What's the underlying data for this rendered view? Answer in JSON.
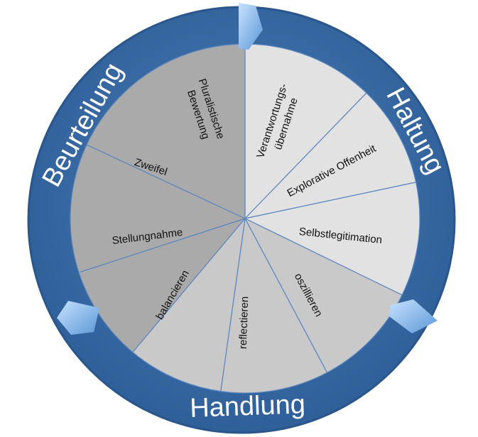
{
  "diagram": {
    "ring_labels": {
      "beurteilung": "Beurteilung",
      "haltung": "Haltung",
      "handlung": "Handlung"
    },
    "segments": [
      {
        "id": "verantwortung",
        "lines": [
          "Verantwortungs-",
          "übernahme"
        ],
        "group": "haltung"
      },
      {
        "id": "explorative",
        "lines": [
          "Explorative Offenheit"
        ],
        "group": "haltung"
      },
      {
        "id": "selbstlegitimation",
        "lines": [
          "Selbstlegitimation"
        ],
        "group": "haltung"
      },
      {
        "id": "oszillieren",
        "lines": [
          "oszillieren"
        ],
        "group": "handlung"
      },
      {
        "id": "reflectieren",
        "lines": [
          "reflectieren"
        ],
        "group": "handlung"
      },
      {
        "id": "balancieren",
        "lines": [
          "balancieren"
        ],
        "group": "handlung"
      },
      {
        "id": "stellungnahme",
        "lines": [
          "Stellungnahme"
        ],
        "group": "beurteilung"
      },
      {
        "id": "zweifel",
        "lines": [
          "Zweifel"
        ],
        "group": "beurteilung"
      },
      {
        "id": "pluralistische",
        "lines": [
          "Pluralistische",
          "Bewertung"
        ],
        "group": "beurteilung"
      }
    ],
    "colors": {
      "ring": "#3b6aa3",
      "ring_dark": "#1f4a7f",
      "haltung_fill": "#e2e2e2",
      "handlung_fill": "#c9c9c9",
      "beurteilung_fill": "#aaaaaa",
      "divider": "#5b87c0",
      "arrow": "#7eb4ea"
    }
  }
}
